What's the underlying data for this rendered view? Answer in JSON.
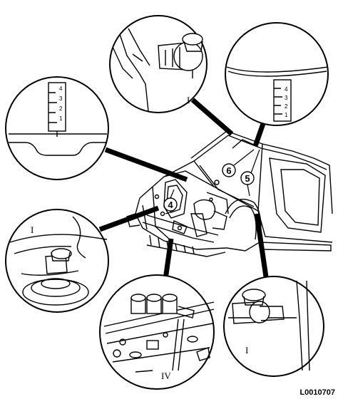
{
  "figure_id": "L0010707",
  "callouts": {
    "c4": "4",
    "c5": "5",
    "c6": "6"
  },
  "detail_labels": {
    "top_gauge": "I",
    "left_gauge": "I",
    "right_gauge": "I",
    "bottom_tool": "IV"
  },
  "scale_marks": [
    "4",
    "3",
    "2",
    "1"
  ]
}
